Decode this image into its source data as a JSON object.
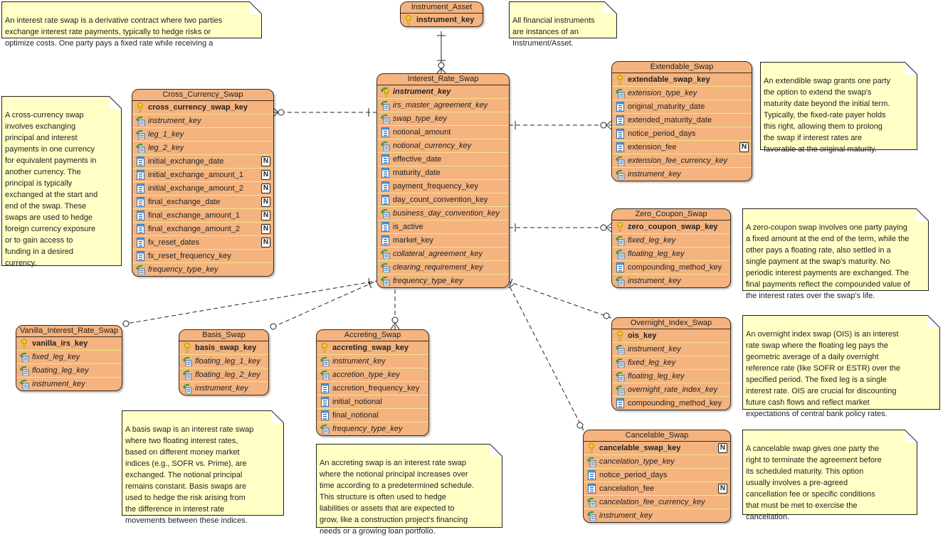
{
  "entities": {
    "instrument_asset": {
      "title": "Instrument_Asset",
      "columns": [
        {
          "name": "instrument_key",
          "type": "pk"
        }
      ]
    },
    "interest_rate_swap": {
      "title": "Interest_Rate_Swap",
      "columns": [
        {
          "name": "instrument_key",
          "type": "pkfk"
        },
        {
          "name": "irs_master_agreement_key",
          "type": "fk"
        },
        {
          "name": "swap_type_key",
          "type": "fk"
        },
        {
          "name": "notional_amount",
          "type": "col"
        },
        {
          "name": "notional_currency_key",
          "type": "fk"
        },
        {
          "name": "effective_date",
          "type": "col"
        },
        {
          "name": "maturity_date",
          "type": "col"
        },
        {
          "name": "payment_frequency_key",
          "type": "col"
        },
        {
          "name": "day_count_convention_key",
          "type": "col"
        },
        {
          "name": "business_day_convention_key",
          "type": "fk"
        },
        {
          "name": "is_active",
          "type": "col"
        },
        {
          "name": "market_key",
          "type": "col"
        },
        {
          "name": "collateral_agreement_key",
          "type": "fk"
        },
        {
          "name": "clearing_requirement_key",
          "type": "fk"
        },
        {
          "name": "frequency_type_key",
          "type": "fk"
        }
      ]
    },
    "cross_currency_swap": {
      "title": "Cross_Currency_Swap",
      "columns": [
        {
          "name": "cross_currency_swap_key",
          "type": "pk"
        },
        {
          "name": "instrument_key",
          "type": "fk"
        },
        {
          "name": "leg_1_key",
          "type": "fk"
        },
        {
          "name": "leg_2_key",
          "type": "fk"
        },
        {
          "name": "initial_exchange_date",
          "type": "col",
          "nullable": "N"
        },
        {
          "name": "initial_exchange_amount_1",
          "type": "col",
          "nullable": "N"
        },
        {
          "name": "initial_exchange_amount_2",
          "type": "col",
          "nullable": "N"
        },
        {
          "name": "final_exchange_date",
          "type": "col",
          "nullable": "N"
        },
        {
          "name": "final_exchange_amount_1",
          "type": "col",
          "nullable": "N"
        },
        {
          "name": "final_exchange_amount_2",
          "type": "col",
          "nullable": "N"
        },
        {
          "name": "fx_reset_dates",
          "type": "col",
          "nullable": "N"
        },
        {
          "name": "fx_reset_frequency_key",
          "type": "col"
        },
        {
          "name": "frequency_type_key",
          "type": "fk"
        }
      ]
    },
    "extendable_swap": {
      "title": "Extendable_Swap",
      "columns": [
        {
          "name": "extendable_swap_key",
          "type": "pk"
        },
        {
          "name": "extension_type_key",
          "type": "fk"
        },
        {
          "name": "original_maturity_date",
          "type": "col"
        },
        {
          "name": "extended_maturity_date",
          "type": "col"
        },
        {
          "name": "notice_period_days",
          "type": "col"
        },
        {
          "name": "extension_fee",
          "type": "col",
          "nullable": "N"
        },
        {
          "name": "extension_fee_currency_key",
          "type": "fk"
        },
        {
          "name": "instrument_key",
          "type": "fk"
        }
      ]
    },
    "zero_coupon_swap": {
      "title": "Zero_Coupon_Swap",
      "columns": [
        {
          "name": "zero_coupon_swap_key",
          "type": "pk"
        },
        {
          "name": "fixed_leg_key",
          "type": "fk"
        },
        {
          "name": "floating_leg_key",
          "type": "fk"
        },
        {
          "name": "compounding_method_key",
          "type": "col"
        },
        {
          "name": "instrument_key",
          "type": "fk"
        }
      ]
    },
    "overnight_index_swap": {
      "title": "Overnight_Index_Swap",
      "columns": [
        {
          "name": "ois_key",
          "type": "pk"
        },
        {
          "name": "instrument_key",
          "type": "fk"
        },
        {
          "name": "fixed_leg_key",
          "type": "fk"
        },
        {
          "name": "floating_leg_key",
          "type": "fk"
        },
        {
          "name": "overnight_rate_index_key",
          "type": "fk"
        },
        {
          "name": "compounding_method_key",
          "type": "col"
        }
      ]
    },
    "cancelable_swap": {
      "title": "Cancelable_Swap",
      "columns": [
        {
          "name": "cancelable_swap_key",
          "type": "pk",
          "nullable": "N"
        },
        {
          "name": "cancelation_type_key",
          "type": "fk"
        },
        {
          "name": "notice_period_days",
          "type": "col"
        },
        {
          "name": "cancelation_fee",
          "type": "col",
          "nullable": "N"
        },
        {
          "name": "cancelation_fee_currency_key",
          "type": "fk"
        },
        {
          "name": "instrument_key",
          "type": "fk"
        }
      ]
    },
    "vanilla_interest_rate_swap": {
      "title": "Vanilla_Interest_Rate_Swap",
      "columns": [
        {
          "name": "vanilla_irs_key",
          "type": "pk"
        },
        {
          "name": "fixed_leg_key",
          "type": "fk"
        },
        {
          "name": "floating_leg_key",
          "type": "fk"
        },
        {
          "name": "instrument_key",
          "type": "fk"
        }
      ]
    },
    "basis_swap": {
      "title": "Basis_Swap",
      "columns": [
        {
          "name": "basis_swap_key",
          "type": "pk"
        },
        {
          "name": "floating_leg_1_key",
          "type": "fk"
        },
        {
          "name": "floating_leg_2_key",
          "type": "fk"
        },
        {
          "name": "instrument_key",
          "type": "fk"
        }
      ]
    },
    "accreting_swap": {
      "title": "Accreting_Swap",
      "columns": [
        {
          "name": "accreting_swap_key",
          "type": "pk"
        },
        {
          "name": "instrument_key",
          "type": "fk"
        },
        {
          "name": "accretion_type_key",
          "type": "fk"
        },
        {
          "name": "accretion_frequency_key",
          "type": "col"
        },
        {
          "name": "initial_notional",
          "type": "col"
        },
        {
          "name": "final_notional",
          "type": "col"
        },
        {
          "name": "frequency_type_key",
          "type": "fk"
        }
      ]
    }
  },
  "notes": {
    "irs": "An interest rate swap is a derivative contract where two parties\nexchange interest rate payments, typically to hedge risks or\noptimize costs. One party pays a fixed rate while receiving a",
    "instrument": "All financial instruments\nare instances of an\nInstrument/Asset.",
    "cross_currency": "A cross-currency swap\ninvolves exchanging\nprincipal and interest\npayments in one currency\nfor equivalent payments in\nanother currency. The\nprincipal is typically\nexchanged at the start and\nend of the swap. These\nswaps are used to hedge\nforeign currency exposure\nor to gain access to\nfunding in a desired\ncurrency.",
    "extendable": "An extendible swap grants one party\nthe option to extend the swap's\nmaturity date beyond the initial term.\nTypically, the fixed-rate payer holds\nthis right, allowing them to prolong\nthe swap if interest rates are\nfavorable at the original maturity.",
    "zero_coupon": "A zero-coupon swap involves one party paying\na fixed amount at the end of the term, while the\nother pays a floating rate, also settled in a\nsingle payment at the swap's maturity. No\nperiodic interest payments are exchanged. The\nfinal payments reflect the compounded value of\nthe interest rates over the swap's life.",
    "ois": "An overnight index swap (OIS) is an interest\nrate swap where the floating leg pays the\ngeometric average of a daily overnight\nreference rate (like SOFR or ESTR) over the\nspecified period. The fixed leg is a single\ninterest rate. OIS are crucial for discounting\nfuture cash flows and reflect market\nexpectations of central bank policy rates.",
    "cancelable": "A cancelable swap gives one party the\nright to terminate the agreement before\nits scheduled maturity. This option\nusually involves a pre-agreed\ncancellation fee or specific conditions\nthat must be met to exercise the\ncancellation.",
    "basis": "A basis swap is an interest rate swap\nwhere two floating interest rates,\nbased on different money market\nindices (e.g., SOFR vs. Prime), are\nexchanged. The notional principal\nremains constant. Basis swaps are\nused to hedge the risk arising from\nthe difference in interest rate\nmovements between these indices.",
    "accreting": "An accreting swap is an interest rate swap\nwhere the notional principal increases over\ntime according to a predetermined schedule.\nThis structure is often used to hedge\nliabilities or assets that are expected to\ngrow, like a construction project's financing\nneeds or a growing loan portfolio."
  },
  "colors": {
    "entity_fill": "#f4b37f",
    "note_fill": "#ffffc6",
    "row_divider": "#f5e58a"
  }
}
